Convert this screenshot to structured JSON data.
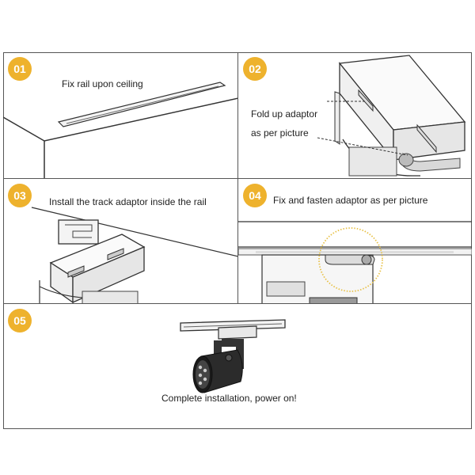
{
  "steps": [
    {
      "number": "01",
      "caption": "Fix rail upon ceiling"
    },
    {
      "number": "02",
      "caption_line1": "Fold up adaptor",
      "caption_line2": "as per picture"
    },
    {
      "number": "03",
      "caption": "Install the track adaptor inside the rail"
    },
    {
      "number": "04",
      "caption": "Fix and fasten adaptor as per picture"
    },
    {
      "number": "05",
      "caption": "Complete installation, power on!"
    }
  ],
  "colors": {
    "badge": "#eeb22d",
    "highlight_circle": "#e8c24a",
    "line": "#444444"
  }
}
